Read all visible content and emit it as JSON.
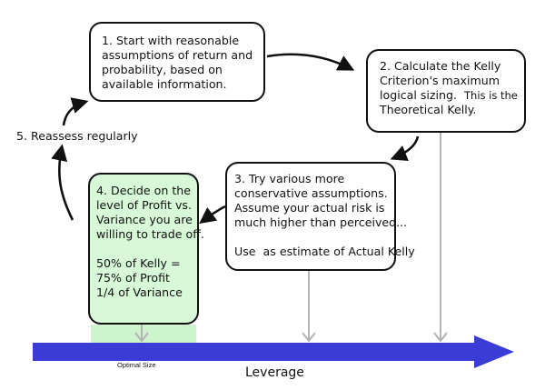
{
  "colors": {
    "axis_blue": "#3b3bd6",
    "green_box": "#d7f9d7",
    "green_band": "#cdf4cd",
    "marker_gray": "#b4b4b4",
    "stroke": "#111111"
  },
  "steps": [
    {
      "lines": [
        "1. Start with reasonable",
        "assumptions of return and",
        "probability, based on",
        "available information."
      ]
    },
    {
      "lines": [
        "2. Calculate the Kelly",
        "Criterion's maximum",
        "logical sizing.",
        "Theoretical Kelly."
      ],
      "note": "This is the"
    },
    {
      "lines": [
        "3. Try various more",
        "conservative assumptions.",
        "Assume your actual risk is",
        "much higher than perceived...",
        "Use  as estimate of Actual Kelly"
      ]
    },
    {
      "lines": [
        "4. Decide on the",
        "level of Profit vs.",
        "Variance you are",
        "willing to trade off.",
        "50% of Kelly =",
        "75% of Profit",
        "1/4 of Variance"
      ]
    }
  ],
  "reassess_label": "5. Reassess regularly",
  "axis": {
    "label": "Leverage",
    "optimal_label": "Optimal Size"
  }
}
